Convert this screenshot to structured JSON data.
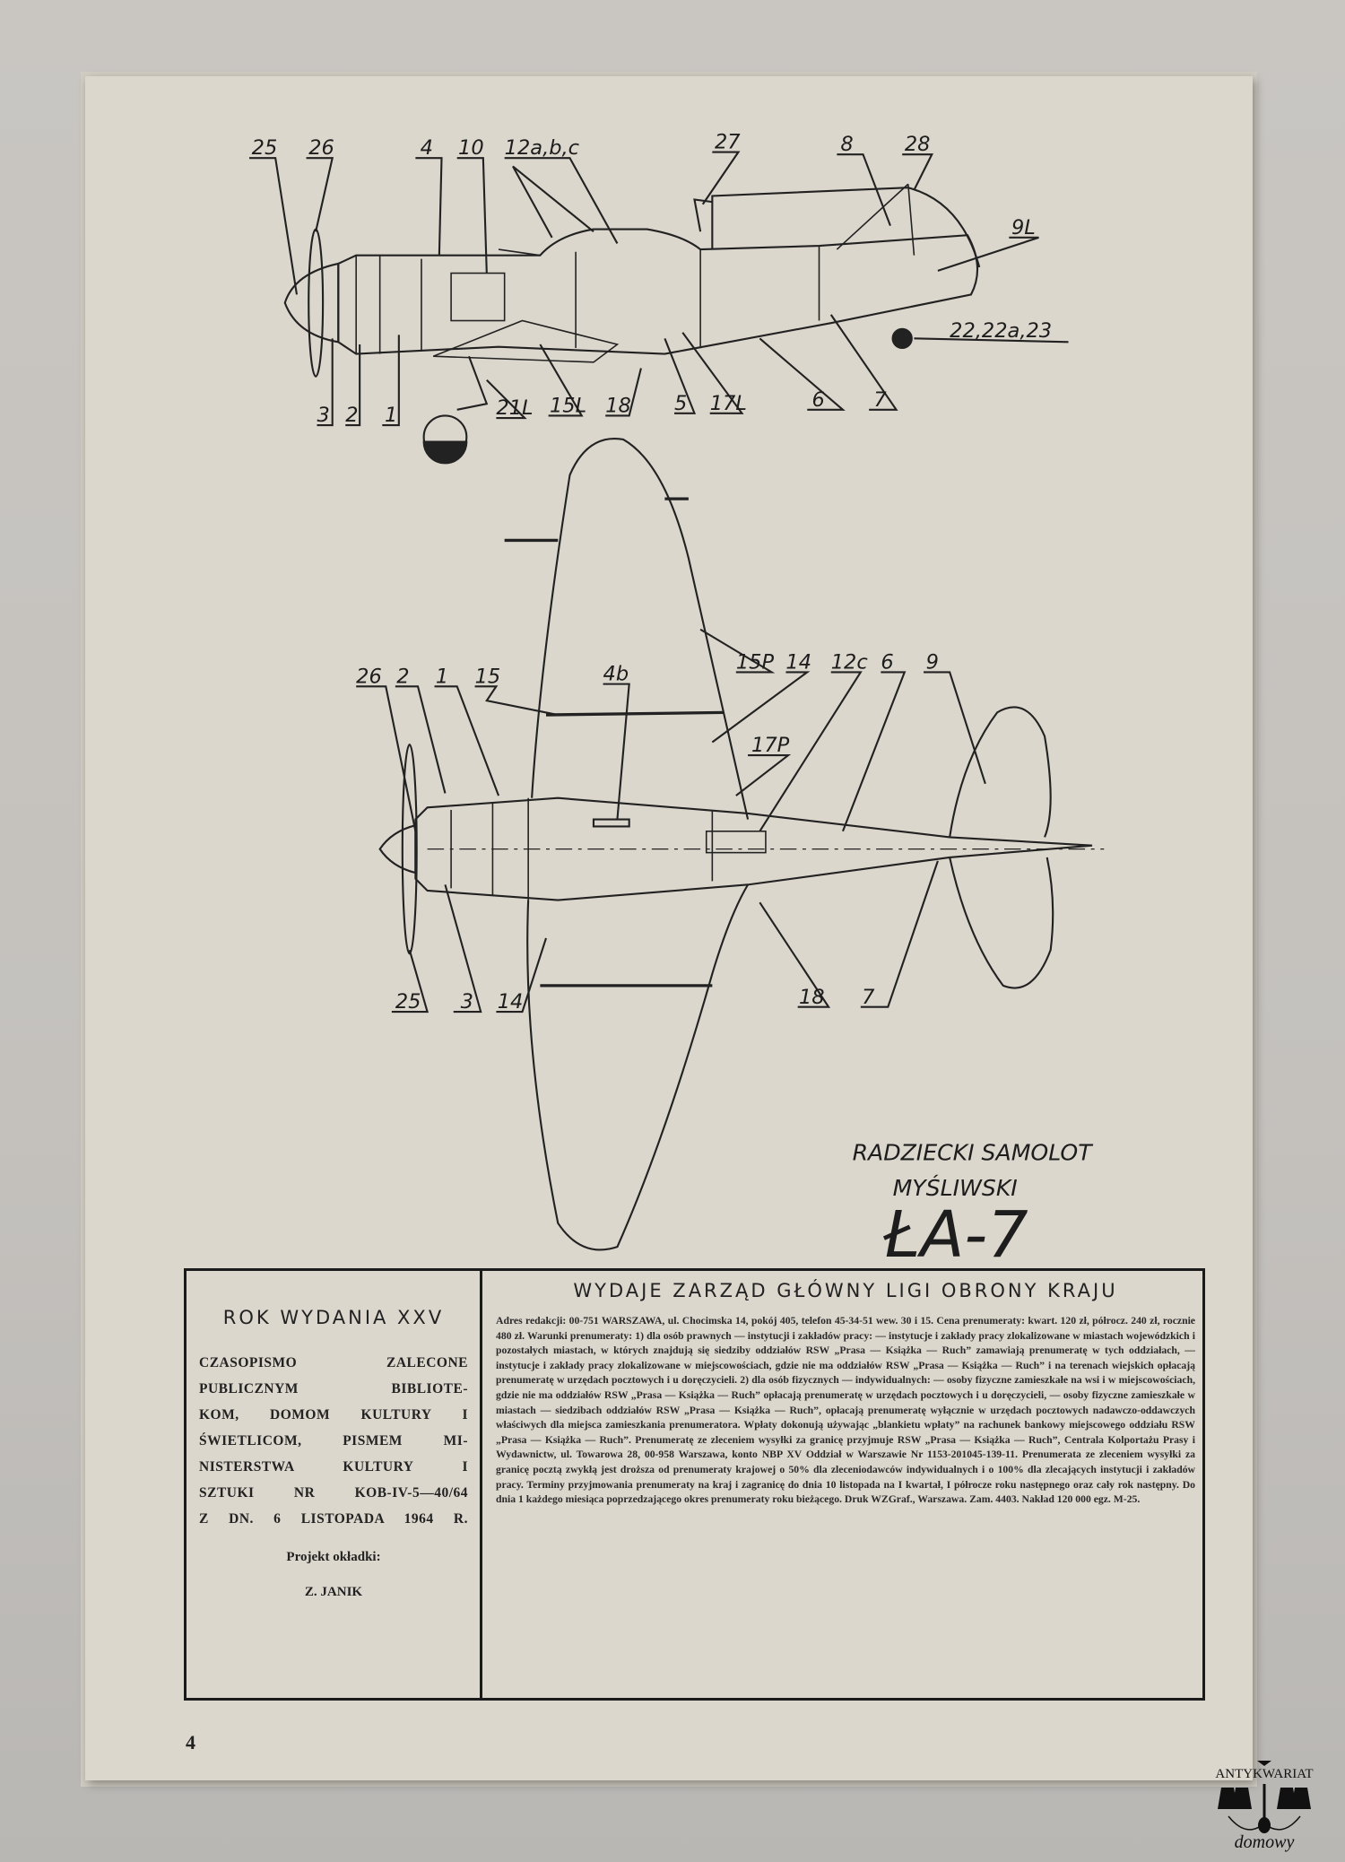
{
  "drawing": {
    "side_view_labels": [
      "25",
      "26",
      "4",
      "10",
      "12a,b,c",
      "27",
      "8",
      "28",
      "9L",
      "22,22a,23",
      "3",
      "2",
      "1",
      "21L",
      "15L",
      "18",
      "5",
      "17L",
      "6",
      "7"
    ],
    "top_view_labels": [
      "26",
      "2",
      "1",
      "15",
      "4b",
      "15P",
      "14",
      "12c",
      "6",
      "9",
      "17P",
      "25",
      "3",
      "14",
      "18",
      "7"
    ],
    "title_line1": "RADZIECKI SAMOLOT",
    "title_line2": "MYŚLIWSKI",
    "model": "ŁA-7"
  },
  "imprint": {
    "rok": "ROK WYDANIA XXV",
    "zalecone_lines": [
      "CZASOPISMO ZALECONE",
      "PUBLICZNYM BIBLIOTE-",
      "KOM, DOMOM KULTURY I",
      "ŚWIETLICOM, PISMEM MI-",
      "NISTERSTWA KULTURY I",
      "SZTUKI NR KOB-IV-5—40/64",
      "Z DN. 6 LISTOPADA 1964 R."
    ],
    "projekt_label": "Projekt okładki:",
    "projekt_autor": "Z. JANIK",
    "wydaje": "WYDAJE ZARZĄD GŁÓWNY LIGI OBRONY KRAJU",
    "paragraph": "Adres redakcji: 00-751 WARSZAWA, ul. Chocimska 14, pokój 405, telefon 45-34-51 wew. 30 i 15. Cena prenumeraty: kwart. 120 zł, półrocz. 240 zł, rocznie 480 zł. Warunki prenumeraty: 1) dla osób prawnych — instytucji i zakładów pracy: — instytucje i zakłady pracy zlokalizowane w miastach wojewódzkich i pozostałych miastach, w których znajdują się siedziby oddziałów RSW „Prasa — Książka — Ruch” zamawiają prenumeratę w tych oddziałach, — instytucje i zakłady pracy zlokalizowane w miejscowościach, gdzie nie ma oddziałów RSW „Prasa — Książka — Ruch” i na terenach wiejskich opłacają prenumeratę w urzędach pocztowych i u doręczycieli. 2) dla osób fizycznych — indywidualnych: — osoby fizyczne zamieszkałe na wsi i w miejscowościach, gdzie nie ma oddziałów RSW „Prasa — Książka — Ruch” opłacają prenumeratę w urzędach pocztowych i u doręczycieli, — osoby fizyczne zamieszkałe w miastach — siedzibach oddziałów RSW „Prasa — Książka — Ruch”, opłacają prenumeratę wyłącznie w urzędach pocztowych nadawczo-oddawczych właściwych dla miejsca zamieszkania prenumeratora. Wpłaty dokonują używając „blankietu wpłaty” na rachunek bankowy miejscowego oddziału RSW „Prasa — Książka — Ruch”. Prenumeratę ze zleceniem wysyłki za granicę przyjmuje RSW „Prasa — Książka — Ruch”, Centrala Kolportażu Prasy i Wydawnictw, ul. Towarowa 28, 00-958 Warszawa, konto NBP XV Oddział w Warszawie Nr 1153-201045-139-11. Prenumerata ze zleceniem wysyłki za granicę pocztą zwykłą jest droższa od prenumeraty krajowej o 50% dla zleceniodawców indywidualnych i o 100% dla zlecających instytucji i zakładów pracy. Terminy przyjmowania prenumeraty na kraj i zagranicę do dnia 10 listopada na I kwartał, I półrocze roku następnego oraz cały rok następny. Do dnia 1 każdego miesiąca poprzedzającego okres prenumeraty roku bieżącego. Druk WZGraf., Warszawa. Zam. 4403. Nakład 120 000 egz. M-25."
  },
  "page_number": "4",
  "watermark": {
    "top": "ANTYKWARIAT",
    "bottom": "domowy"
  }
}
